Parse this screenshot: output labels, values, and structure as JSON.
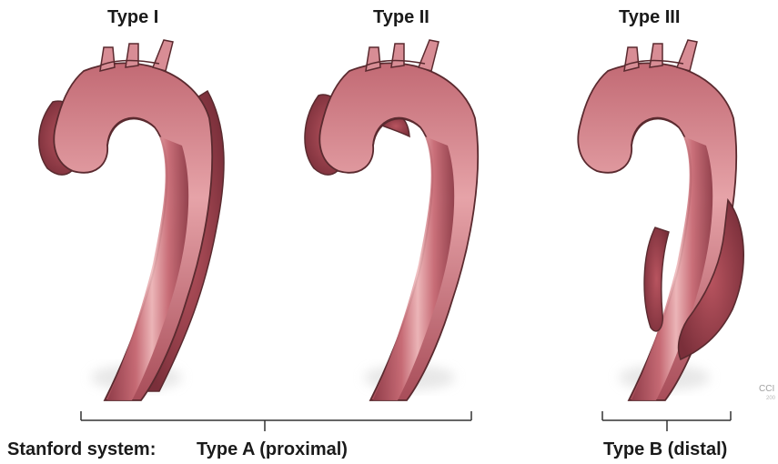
{
  "header": {
    "cropped_title_fragment": "",
    "types": [
      "Type I",
      "Type II",
      "Type III"
    ]
  },
  "footer": {
    "system_label": "Stanford system:",
    "group_a": "Type A (proximal)",
    "group_b": "Type B (distal)"
  },
  "credit": {
    "text": "CCI",
    "year": "200"
  },
  "colors": {
    "vessel_dark": "#8e3b48",
    "vessel_mid": "#c0646f",
    "vessel_light": "#e8a7ab",
    "vessel_highlight": "#f6d3d3",
    "outline": "#5a2a2f",
    "bracket": "#333333"
  }
}
